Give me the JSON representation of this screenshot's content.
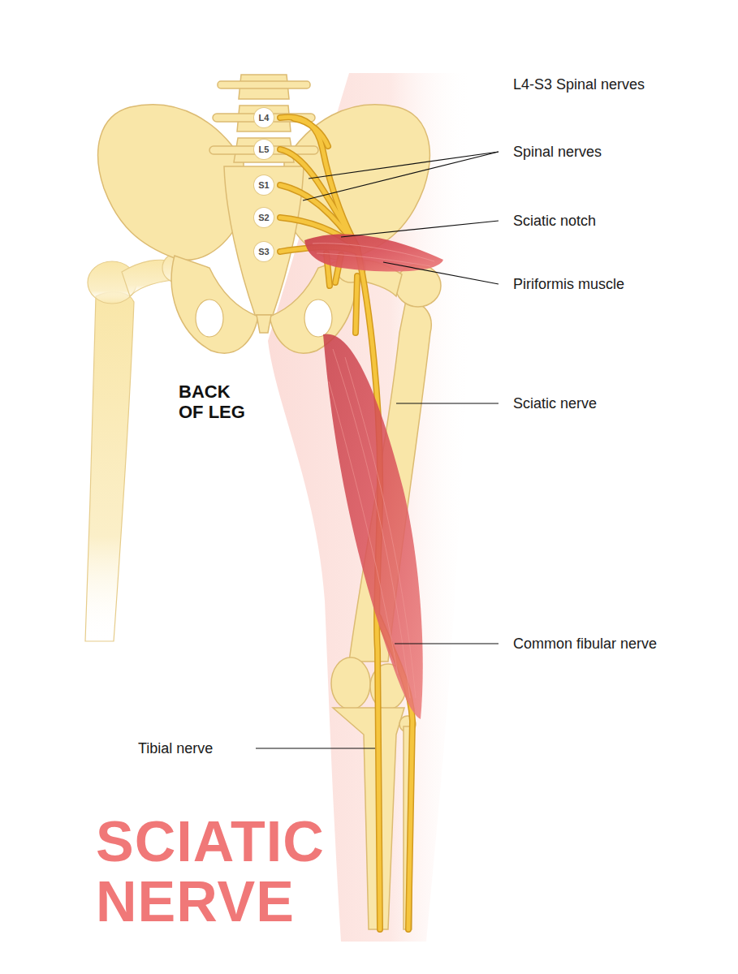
{
  "diagram": {
    "title": "SCIATIC NERVE",
    "nodes": [
      {
        "text": [
          "L4"
        ]
      },
      {
        "text": [
          "L5"
        ]
      },
      {
        "text": [
          "S1"
        ]
      },
      {
        "text": [
          "S2"
        ]
      },
      {
        "text": [
          "S3"
        ]
      }
    ],
    "labels": [
      "L4-S3 Spinal nerves",
      "Spinal nerves",
      "Sciatic notch",
      "Piriformis muscle",
      "BACK OF LEG",
      "Sciatic nerve",
      "Common fibular nerve",
      "Tibial nerve"
    ]
  }
}
